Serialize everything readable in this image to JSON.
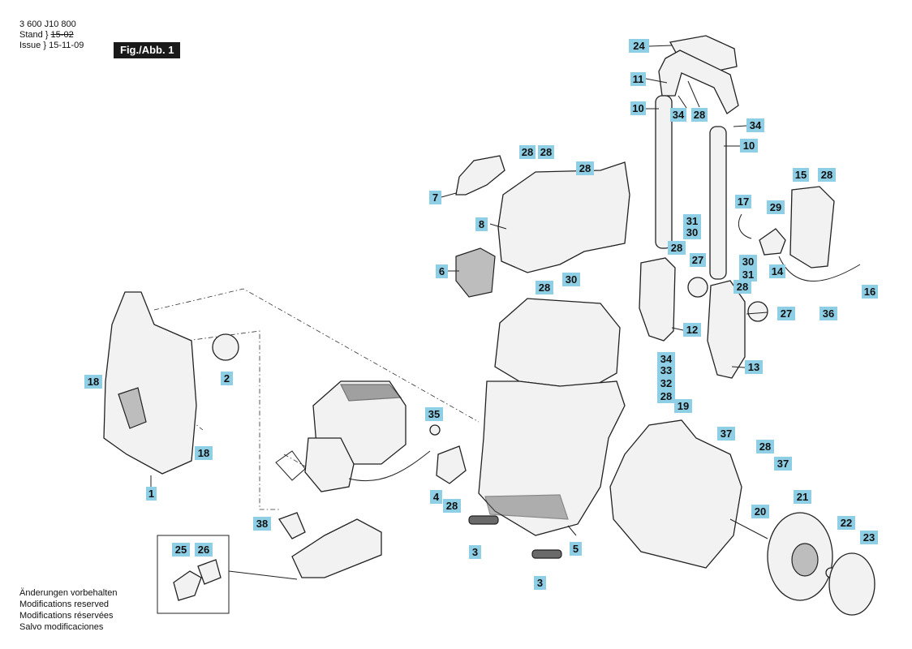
{
  "header": {
    "code": "3 600 J10 800",
    "stand_label": "Stand",
    "stand_value": "15-02",
    "issue_label": "Issue",
    "issue_value": "15-11-09",
    "figure_badge": "Fig./Abb. 1"
  },
  "notes": [
    "Änderungen vorbehalten",
    "Modifications reserved",
    "Modifications réservées",
    "Salvo modificaciones"
  ],
  "colors": {
    "label_bg": "#8ecfe6",
    "badge_bg": "#1a1a1a"
  },
  "part_labels": [
    {
      "id": "label-24a",
      "text": "24"
    },
    {
      "id": "label-11",
      "text": "11"
    },
    {
      "id": "label-10a",
      "text": "10"
    },
    {
      "id": "label-34a",
      "text": "34"
    },
    {
      "id": "label-28a",
      "text": "28"
    },
    {
      "id": "label-34b",
      "text": "34"
    },
    {
      "id": "label-10b",
      "text": "10"
    },
    {
      "id": "label-28b",
      "text": "28"
    },
    {
      "id": "label-28c",
      "text": "28"
    },
    {
      "id": "label-28d",
      "text": "28"
    },
    {
      "id": "label-7",
      "text": "7"
    },
    {
      "id": "label-8",
      "text": "8"
    },
    {
      "id": "label-15",
      "text": "15"
    },
    {
      "id": "label-28e",
      "text": "28"
    },
    {
      "id": "label-17",
      "text": "17"
    },
    {
      "id": "label-29",
      "text": "29"
    },
    {
      "id": "label-31a",
      "text": "31"
    },
    {
      "id": "label-30a",
      "text": "30"
    },
    {
      "id": "label-28f",
      "text": "28"
    },
    {
      "id": "label-27a",
      "text": "27"
    },
    {
      "id": "label-30b",
      "text": "30"
    },
    {
      "id": "label-31b",
      "text": "31"
    },
    {
      "id": "label-14",
      "text": "14"
    },
    {
      "id": "label-16",
      "text": "16"
    },
    {
      "id": "label-6",
      "text": "6"
    },
    {
      "id": "label-28g",
      "text": "28"
    },
    {
      "id": "label-30c",
      "text": "30"
    },
    {
      "id": "label-28h",
      "text": "28"
    },
    {
      "id": "label-36",
      "text": "36"
    },
    {
      "id": "label-27b",
      "text": "27"
    },
    {
      "id": "label-12",
      "text": "12"
    },
    {
      "id": "label-34c",
      "text": "34"
    },
    {
      "id": "label-33",
      "text": "33"
    },
    {
      "id": "label-13",
      "text": "13"
    },
    {
      "id": "label-18a",
      "text": "18"
    },
    {
      "id": "label-2",
      "text": "2"
    },
    {
      "id": "label-32",
      "text": "32"
    },
    {
      "id": "label-28i",
      "text": "28"
    },
    {
      "id": "label-19",
      "text": "19"
    },
    {
      "id": "label-35",
      "text": "35"
    },
    {
      "id": "label-37a",
      "text": "37"
    },
    {
      "id": "label-18b",
      "text": "18"
    },
    {
      "id": "label-28j",
      "text": "28"
    },
    {
      "id": "label-37b",
      "text": "37"
    },
    {
      "id": "label-1",
      "text": "1"
    },
    {
      "id": "label-4",
      "text": "4"
    },
    {
      "id": "label-28k",
      "text": "28"
    },
    {
      "id": "label-21",
      "text": "21"
    },
    {
      "id": "label-20",
      "text": "20"
    },
    {
      "id": "label-38",
      "text": "38"
    },
    {
      "id": "label-22",
      "text": "22"
    },
    {
      "id": "label-23",
      "text": "23"
    },
    {
      "id": "label-25",
      "text": "25"
    },
    {
      "id": "label-26",
      "text": "26"
    },
    {
      "id": "label-3a",
      "text": "3"
    },
    {
      "id": "label-5",
      "text": "5"
    },
    {
      "id": "label-3b",
      "text": "3"
    }
  ]
}
